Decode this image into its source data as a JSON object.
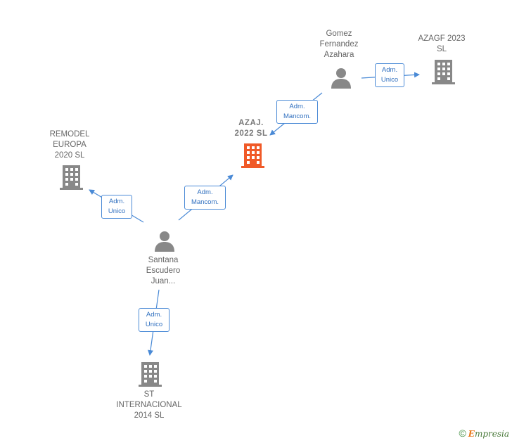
{
  "nodes": {
    "gomez": {
      "lines": [
        "Gomez",
        "Fernandez",
        "Azahara"
      ],
      "type": "person"
    },
    "azagf": {
      "lines": [
        "AZAGF 2023",
        "SL"
      ],
      "type": "company"
    },
    "azaj": {
      "lines": [
        "AZAJ.",
        "2022  SL"
      ],
      "type": "company-main"
    },
    "remodel": {
      "lines": [
        "REMODEL",
        "EUROPA",
        "2020  SL"
      ],
      "type": "company"
    },
    "santana": {
      "lines": [
        "Santana",
        "Escudero",
        "Juan..."
      ],
      "type": "person"
    },
    "st": {
      "lines": [
        "ST",
        "INTERNACIONAL",
        "2014  SL"
      ],
      "type": "company"
    }
  },
  "relations": {
    "gomez_azagf": {
      "lines": [
        "Adm.",
        "Unico"
      ]
    },
    "gomez_azaj": {
      "lines": [
        "Adm.",
        "Mancom."
      ]
    },
    "santana_azaj": {
      "lines": [
        "Adm.",
        "Mancom."
      ]
    },
    "santana_remodel": {
      "lines": [
        "Adm.",
        "Unico"
      ]
    },
    "santana_st": {
      "lines": [
        "Adm.",
        "Unico"
      ]
    }
  },
  "footer": {
    "copyright": "©",
    "brand_initial": "E",
    "brand_rest": "mpresia"
  },
  "colors": {
    "edge": "#4a8ad6",
    "person": "#888888",
    "company": "#888888",
    "main_company": "#f05a28"
  }
}
